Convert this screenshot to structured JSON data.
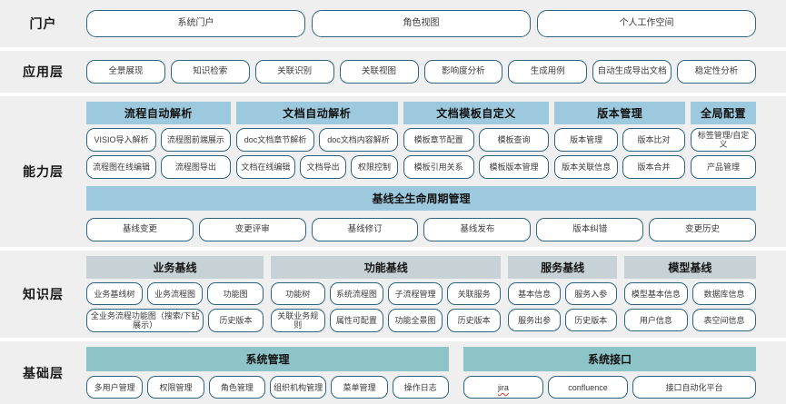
{
  "layers": [
    {
      "id": "portal",
      "label": "门户",
      "items": [
        "系统门户",
        "角色视图",
        "个人工作空间"
      ]
    },
    {
      "id": "application",
      "label": "应用层",
      "items": [
        "全景展现",
        "知识检索",
        "关联识别",
        "关联视图",
        "影响度分析",
        "生成用例",
        "自动生成导出文档",
        "稳定性分析"
      ]
    },
    {
      "id": "capability",
      "label": "能力层",
      "header_color": "#9cc9dd",
      "groups": [
        {
          "title": "流程自动解析",
          "flex": 168,
          "rows": [
            [
              "VISIO导入解析",
              "流程图前端展示"
            ],
            [
              "流程图在线编辑",
              "流程图导出"
            ]
          ]
        },
        {
          "title": "文档自动解析",
          "flex": 188,
          "rows": [
            [
              "doc文档章节解析",
              "doc文档内容解析"
            ],
            [
              "文档在线编辑",
              "文档导出",
              "权限控制"
            ]
          ]
        },
        {
          "title": "文档模板自定义",
          "flex": 170,
          "rows": [
            [
              "模板章节配置",
              "模板查询"
            ],
            [
              "模板引用关系",
              "模板版本管理"
            ]
          ]
        },
        {
          "title": "版本管理",
          "flex": 152,
          "rows": [
            [
              "版本管理",
              "版本比对"
            ],
            [
              "版本关联信息",
              "版本合并"
            ]
          ]
        },
        {
          "title": "全局配置",
          "flex": 76,
          "rows": [
            [
              "标签管理/自定义"
            ],
            [
              "产品管理"
            ]
          ]
        }
      ],
      "baseline": {
        "title": "基线全生命周期管理",
        "items": [
          "基线变更",
          "变更评审",
          "基线修订",
          "基线发布",
          "版本纠错",
          "变更历史"
        ]
      }
    },
    {
      "id": "knowledge",
      "label": "知识层",
      "header_color": "#c6d2d5",
      "groups": [
        {
          "title": "业务基线",
          "flex": 196,
          "rows": [
            [
              "业务基线树",
              "业务流程图",
              "功能图"
            ],
            [
              "全业务流程功能图（搜索/下钻展示）",
              "历史版本"
            ]
          ]
        },
        {
          "title": "功能基线",
          "flex": 255,
          "rows": [
            [
              "功能树",
              "系统流程图",
              "子流程管理",
              "关联服务"
            ],
            [
              "关联业务规则",
              "属性可配置",
              "功能全景图",
              "历史版本"
            ]
          ]
        },
        {
          "title": "服务基线",
          "flex": 120,
          "rows": [
            [
              "基本信息",
              "服务入参"
            ],
            [
              "服务出参",
              "历史版本"
            ]
          ]
        },
        {
          "title": "模型基线",
          "flex": 146,
          "rows": [
            [
              "模型基本信息",
              "数据库信息"
            ],
            [
              "用户信息",
              "表空间信息"
            ]
          ]
        }
      ]
    },
    {
      "id": "infrastructure",
      "label": "基础层",
      "header_color": "#8cc4c8",
      "groups": [
        {
          "title": "系统管理",
          "flex": 384,
          "rows": [
            [
              "多用户管理",
              "权限管理",
              "角色管理",
              "组织机构管理",
              "菜单管理",
              "操作日志"
            ]
          ]
        },
        {
          "title": "系统接口",
          "flex": 310,
          "rows": [
            [
              "jira",
              "confluence",
              "接口自动化平台"
            ]
          ]
        }
      ]
    }
  ]
}
